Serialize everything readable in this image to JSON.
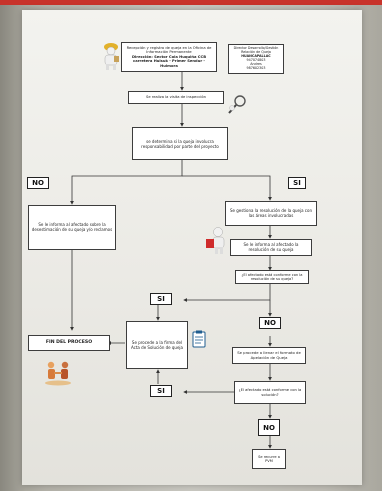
{
  "flow": {
    "box_registro": {
      "line1": "Recepción y registro de queja en la Oficina de Información Permanente",
      "line2": "Dirección: Sector Cola Huquiña  CCB carretera Huisuk - Primer Sendur - Huimora"
    },
    "box_responsables": {
      "line1": "Director Desarrollo/Gestión",
      "line2": "Relación de Queja",
      "line3": "HUANCAPALLAC",
      "line4": "947074803",
      "line5": "Andres",
      "line6": "987602303"
    },
    "box_inspeccion": "Se realiza la visita de inspección",
    "box_determina": "se determina si la queja involucra responsabilidad por parte del proyecto",
    "dec_no_top": "NO",
    "dec_si_top": "SI",
    "box_informa_no": "Se le informa al afectado sobre la desestimación de su queja y/o reclamos",
    "box_gestiona": "Se gestiona la resolución de la queja con las áreas involucradas",
    "box_informa_resol": "Se le informa al afectado la resolución de su queja",
    "box_conforme1": "¿El afectado está conforme con la resolución de su queja?",
    "dec_si_mid": "SI",
    "dec_no_mid": "NO",
    "box_fin": "FIN DEL PROCESO",
    "box_acta": "Se procede a la firma del Acta de Solución de queja",
    "box_llenar": "Se procede a llenar el formato de Apelación de Queja",
    "box_conforme2": "¿El afectado está conforme con la solución?",
    "dec_si_low": "SI",
    "dec_no_low": "NO",
    "box_recurre": "Se recurre a PVM"
  }
}
